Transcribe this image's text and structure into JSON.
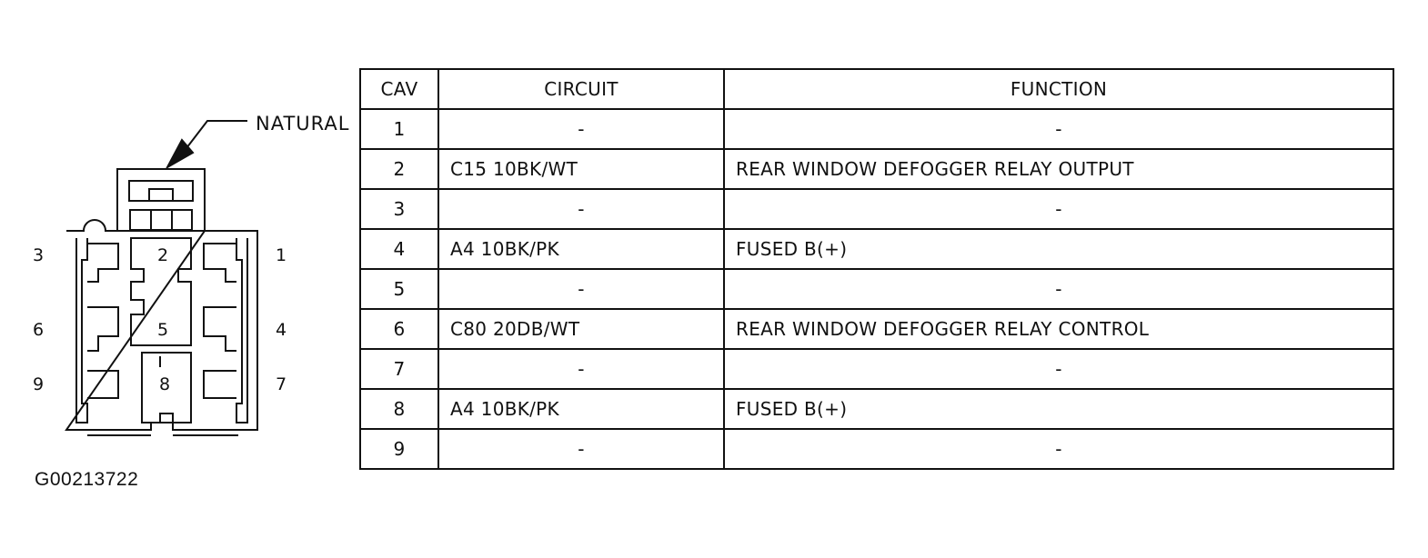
{
  "connector": {
    "color_label": "NATURAL",
    "cavity_numbers": {
      "c1": "1",
      "c2": "2",
      "c3": "3",
      "c4": "4",
      "c5": "5",
      "c6": "6",
      "c7": "7",
      "c8": "8",
      "c9": "9"
    }
  },
  "figure_id": "G00213722",
  "table": {
    "headers": {
      "cav": "CAV",
      "circuit": "CIRCUIT",
      "function": "FUNCTION"
    },
    "rows": [
      {
        "cav": "1",
        "circuit": "-",
        "function": "-"
      },
      {
        "cav": "2",
        "circuit": "C15 10BK/WT",
        "function": "REAR WINDOW DEFOGGER RELAY OUTPUT"
      },
      {
        "cav": "3",
        "circuit": "-",
        "function": "-"
      },
      {
        "cav": "4",
        "circuit": "A4 10BK/PK",
        "function": "FUSED B(+)"
      },
      {
        "cav": "5",
        "circuit": "-",
        "function": "-"
      },
      {
        "cav": "6",
        "circuit": "C80 20DB/WT",
        "function": "REAR WINDOW DEFOGGER RELAY CONTROL"
      },
      {
        "cav": "7",
        "circuit": "-",
        "function": "-"
      },
      {
        "cav": "8",
        "circuit": "A4 10BK/PK",
        "function": "FUSED B(+)"
      },
      {
        "cav": "9",
        "circuit": "-",
        "function": "-"
      }
    ]
  }
}
